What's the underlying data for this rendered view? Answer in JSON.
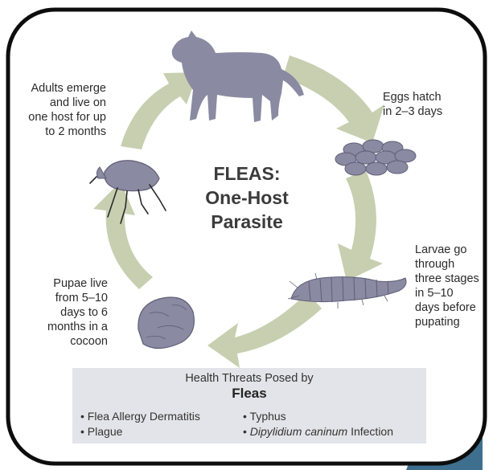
{
  "title": {
    "line1": "FLEAS:",
    "line2": "One-Host",
    "line3": "Parasite"
  },
  "stages": {
    "eggs": [
      "Eggs hatch",
      "in 2–3 days"
    ],
    "larvae": [
      "Larvae go",
      "through",
      "three stages",
      "in 5–10",
      "days before",
      "pupating"
    ],
    "pupae": [
      "Pupae live",
      "from 5–10",
      "days to 6",
      "months in a",
      "cocoon"
    ],
    "adults": [
      "Adults emerge",
      "and live on",
      "one host for up",
      "to 2 months"
    ]
  },
  "threats": {
    "heading": "Health Threats Posed by",
    "subject": "Fleas",
    "items": [
      {
        "bullet": "•",
        "text": "Flea Allergy Dermatitis"
      },
      {
        "bullet": "•",
        "text": "Plague"
      },
      {
        "bullet": "•",
        "text": "Typhus"
      },
      {
        "bullet": "•",
        "italic": "Dipylidium caninum",
        "text": " Infection"
      }
    ]
  },
  "colors": {
    "arrow": "#c8cfb0",
    "creature": "#8a8aa2",
    "creature_dark": "#5e5e78",
    "frame": "#0d0d0d",
    "panel": "#e3e3ea",
    "shadow": "#3f6f8e"
  },
  "icons": [
    "dog-icon",
    "eggs-icon",
    "larva-icon",
    "pupa-icon",
    "flea-icon"
  ]
}
